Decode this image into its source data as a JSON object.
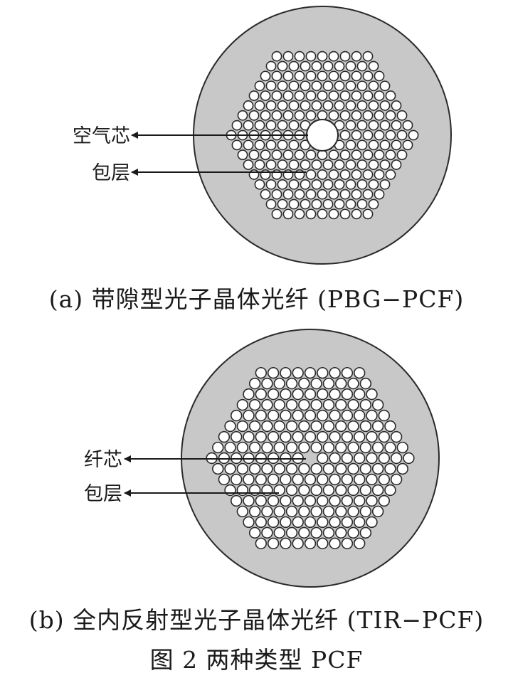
{
  "panels": [
    {
      "id": "a",
      "caption": "(a) 带隙型光子晶体光纤 (PBG−PCF)",
      "core_type": "air",
      "labels": [
        "空气芯",
        "包层"
      ]
    },
    {
      "id": "b",
      "caption": "(b) 全内反射型光子晶体光纤 (TIR−PCF)",
      "core_type": "solid",
      "labels": [
        "纤芯",
        "包层"
      ]
    }
  ],
  "figure_caption": "图 2  两种类型 PCF",
  "colors": {
    "cladding_fill": "#c8c8c8",
    "outline": "#2a2a2a",
    "hole_fill": "#ffffff",
    "text": "#1a1a1a"
  }
}
